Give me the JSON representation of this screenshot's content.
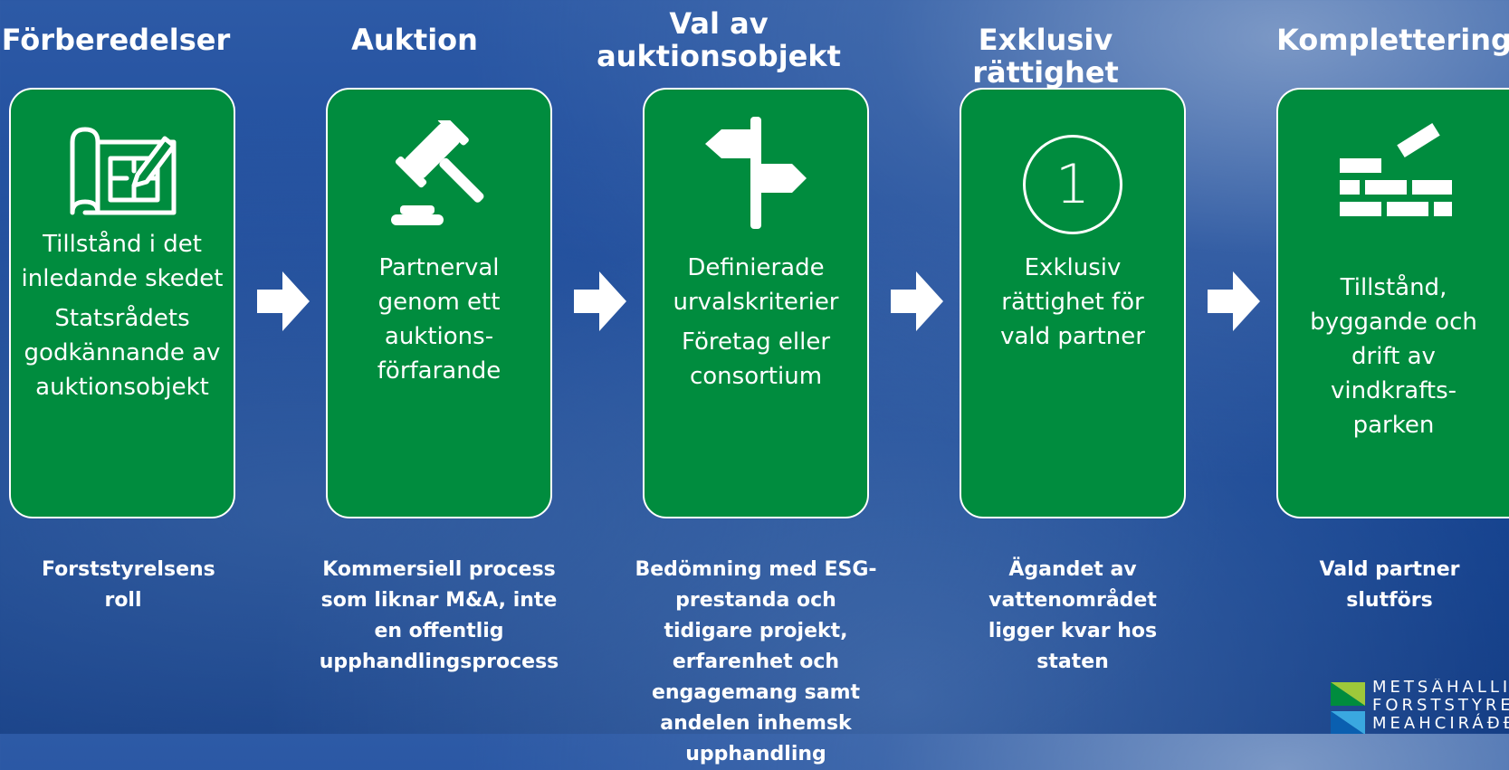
{
  "steps": [
    {
      "title": "Förberedelser",
      "icon": "blueprint-icon",
      "lines": [
        "Tillstånd i det inledande skedet",
        "Statsrådets godkännande av auktionsobjekt"
      ],
      "caption": "Forststyrelsens roll"
    },
    {
      "title": "Auktion",
      "icon": "gavel-icon",
      "lines": [
        "Partnerval genom ett auktions-förfarande"
      ],
      "caption": "Kommersiell process som liknar M&A, inte en offentlig upphandlingsprocess"
    },
    {
      "title": "Val av auktionsobjekt",
      "icon": "signpost-icon",
      "lines": [
        "Definierade urvalskriterier",
        "Företag eller consortium"
      ],
      "caption": "Bedömning med ESG-prestanda och tidigare projekt, erfarenhet och engagemang samt andelen inhemsk upphandling"
    },
    {
      "title": "Exklusiv rättighet",
      "icon": "number-one-circle-icon",
      "icon_text": "1",
      "lines": [
        "Exklusiv rättighet för vald partner"
      ],
      "caption": "Ägandet av vattenområdet ligger kvar hos staten"
    },
    {
      "title": "Komplettering",
      "icon": "brick-wall-icon",
      "lines": [
        "Tillstånd, byggande och drift av vindkrafts-parken"
      ],
      "caption": "Vald partner slutförs"
    }
  ],
  "logo": {
    "lines": [
      "METSÄHALLITUS",
      "FORSTSTYRELSEN",
      "MEAHCIRÁĐĐEHUS"
    ]
  },
  "colors": {
    "card": "#008c3e",
    "background": "#1e4c9c",
    "text": "#ffffff"
  }
}
